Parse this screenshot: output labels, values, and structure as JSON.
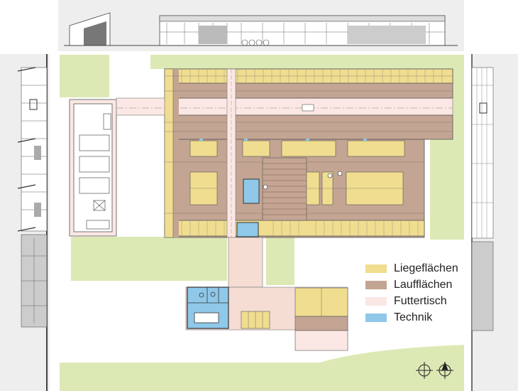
{
  "legend": {
    "items": [
      {
        "label": "Liegeflächen",
        "color": "#f0dd8f"
      },
      {
        "label": "Laufflächen",
        "color": "#c4a593"
      },
      {
        "label": "Futtertisch",
        "color": "#fbe7e4"
      },
      {
        "label": "Technik",
        "color": "#8fc8e8"
      }
    ]
  },
  "colors": {
    "green": "#dde9b5",
    "grey_panel": "#eeeeee",
    "outline": "#555555",
    "walk": "#c4a593",
    "bed": "#f0dd8f",
    "feed": "#fbe7e4",
    "tech": "#8fc8e8"
  },
  "symbols": [
    "north-arrow-icon",
    "compass-icon"
  ]
}
